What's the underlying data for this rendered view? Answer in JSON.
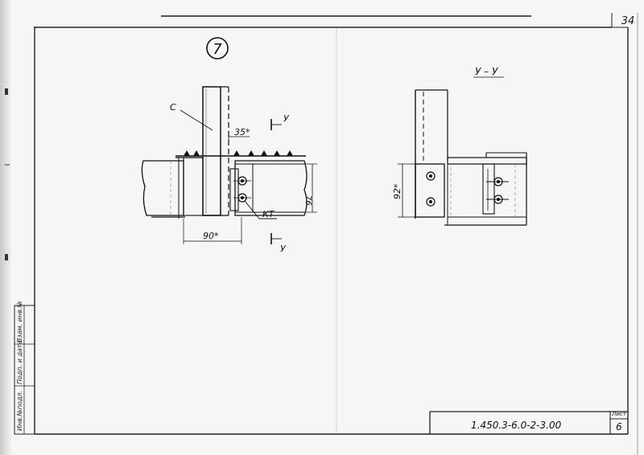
{
  "page_number": "34",
  "detail_number": "7",
  "section_title": "У – У",
  "labels": {
    "column": "С",
    "section_mark_top": "У",
    "section_mark_bottom": "У",
    "kt": "КТ"
  },
  "dimensions": {
    "top_offset": "35*",
    "bottom_offset": "90*",
    "height_right": "76",
    "section_height": "92*"
  },
  "stamp": {
    "field_1": "Инв.№подл.",
    "field_2": "Подп. и дата",
    "field_3": "Взам. инв.№"
  },
  "title_block": {
    "code": "1.450.3-6.0-2-3.00",
    "sheet_label": "Лист",
    "sheet_number": "6"
  }
}
